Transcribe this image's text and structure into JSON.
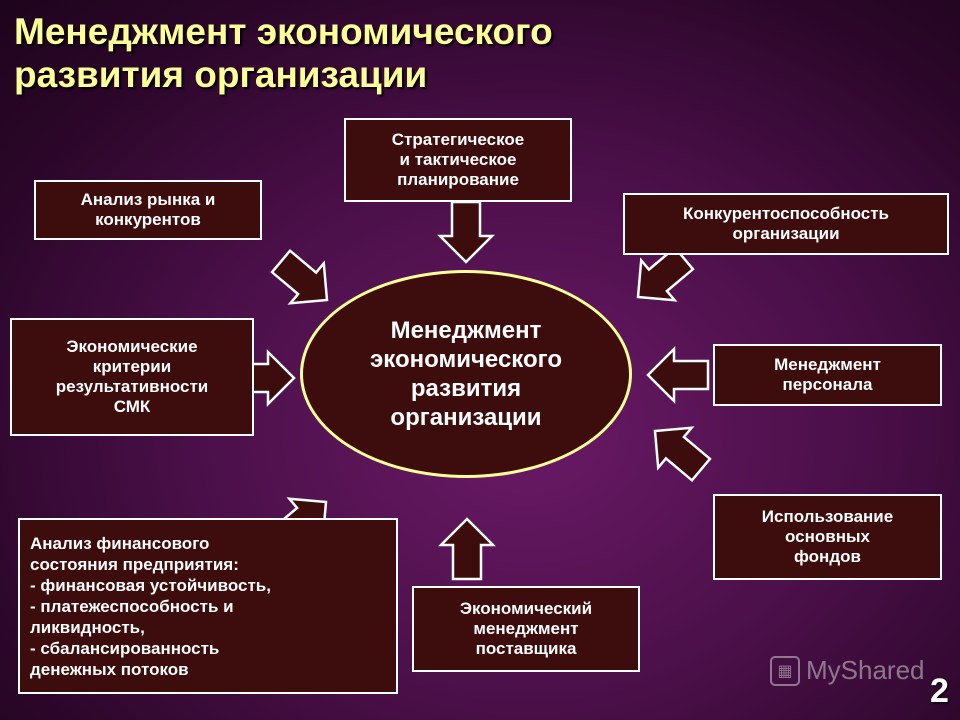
{
  "title": "Менеджмент экономического\nразвития организации",
  "hub": "Менеджмент\nэкономического\nразвития\nорганизации",
  "boxes": {
    "planning": "Стратегическое\nи тактическое\nпланирование",
    "market": "Анализ рынка и\nконкурентов",
    "competitiveness": "Конкурентоспособность\nорганизации",
    "criteria": "Экономические\nкритерии\nрезультативности\nСМК",
    "personnel": "Менеджмент\nперсонала",
    "finance": "Анализ финансового\nсостояния предприятия:\n- финансовая устойчивость,\n- платежеспособность и\n  ликвидность,\n- сбалансированность\n  денежных   потоков",
    "assets": "Использование\nосновных\nфондов",
    "supplier": "Экономический\nменеджмент\nпоставщика"
  },
  "colors": {
    "background": "#4a0f48",
    "box_fill": "#3d0c0c",
    "title": "#ffff99",
    "hub_border": "#ffff99"
  },
  "watermark": "MyShared",
  "page_number": "2"
}
